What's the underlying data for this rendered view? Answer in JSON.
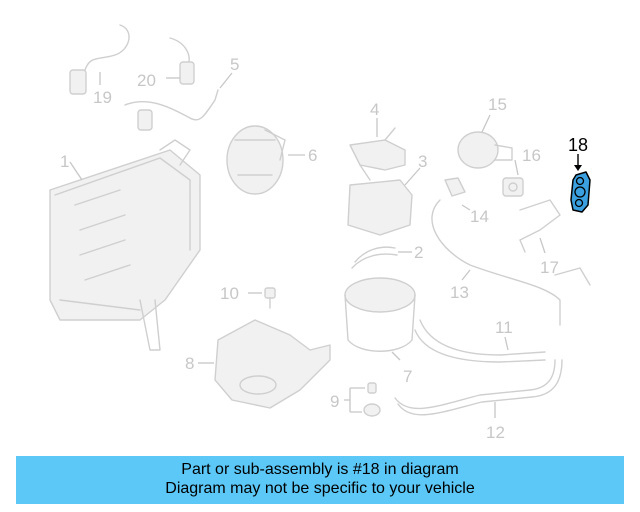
{
  "callouts": {
    "c1": "1",
    "c2": "2",
    "c3": "3",
    "c4": "4",
    "c5": "5",
    "c6": "6",
    "c7": "7",
    "c8": "8",
    "c9": "9",
    "c10": "10",
    "c11": "11",
    "c12": "12",
    "c13": "13",
    "c14": "14",
    "c15": "15",
    "c16": "16",
    "c17": "17",
    "c18": "18",
    "c19": "19",
    "c20": "20"
  },
  "highlighted_part": "18",
  "colors": {
    "highlight_fill": "#3aa0e0",
    "banner": "#5bc8f7",
    "ghost": "#cfcfcf"
  },
  "banner": {
    "line1": "Part or sub-assembly is #18 in diagram",
    "line2": "Diagram may not be specific to your vehicle"
  }
}
